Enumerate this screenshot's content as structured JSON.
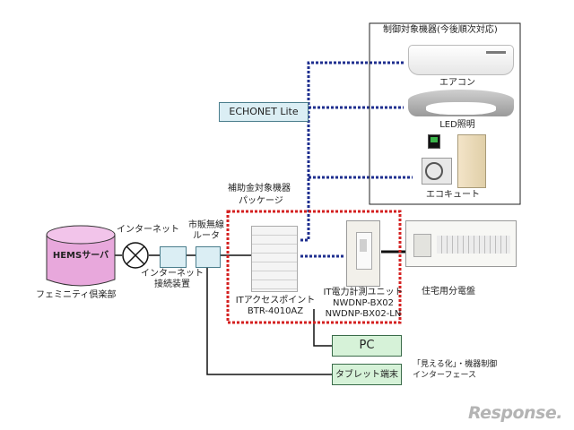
{
  "diagram": {
    "target_devices_title": "制御対象機器(今後順次対応)",
    "aircon_label": "エアコン",
    "led_label": "LED照明",
    "ecocute_label": "エコキュート",
    "echonet_label": "ECHONET Lite",
    "subsidy_label_1": "補助金対象機器",
    "subsidy_label_2": "パッケージ",
    "internet_label": "インターネット",
    "router_label_1": "市販無線",
    "router_label_2": "ルータ",
    "hems_server_label": "HEMSサーバ",
    "femininity_label": "フェミニティ倶楽部",
    "connection_device_label_1": "インターネット",
    "connection_device_label_2": "接続装置",
    "access_point_label_1": "ITアクセスポイント",
    "access_point_label_2": "BTR-4010AZ",
    "power_meter_label_1": "IT電力計測ユニット",
    "power_meter_label_2": "NWDNP-BX02",
    "power_meter_label_3": "NWDNP-BX02-LN",
    "distribution_board_label": "住宅用分電盤",
    "pc_label": "PC",
    "tablet_label": "タブレット端末",
    "interface_label_1": "「見える化」・機器制御",
    "interface_label_2": "インターフェース",
    "watermark": "Response."
  },
  "colors": {
    "dotted_blue": "#1f2f8f",
    "dotted_red": "#d42020",
    "green_box": "#d6f2d8",
    "blue_box": "#dbeef4",
    "cylinder": "#e8a8dc"
  }
}
